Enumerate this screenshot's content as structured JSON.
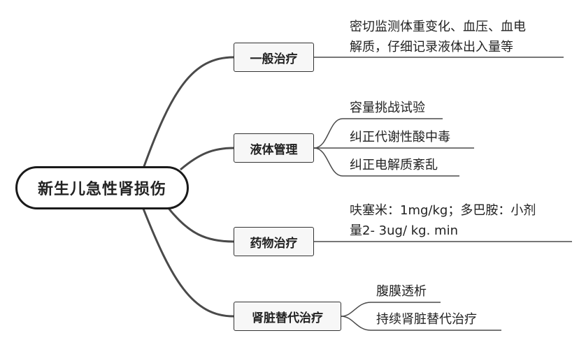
{
  "root": {
    "label": "新生儿急性肾损伤"
  },
  "branches": [
    {
      "label": "一般治疗",
      "leaves": [
        "密切监测体重变化、血压、血电",
        "解质，仔细记录液体出入量等"
      ]
    },
    {
      "label": "液体管理",
      "leaves": [
        "容量挑战试验",
        "纠正代谢性酸中毒",
        "纠正电解质紊乱"
      ]
    },
    {
      "label": "药物治疗",
      "leaves": [
        "呋塞米：1mg/kg；多巴胺：小剂",
        "量2- 3ug/ kg. min"
      ]
    },
    {
      "label": "肾脏替代治疗",
      "leaves": [
        "腹膜透析",
        "持续肾脏替代治疗"
      ]
    }
  ],
  "colors": {
    "line": "#4a4a4a",
    "border": "#1a1a1a",
    "branch_fill": "#f7f7f7"
  }
}
